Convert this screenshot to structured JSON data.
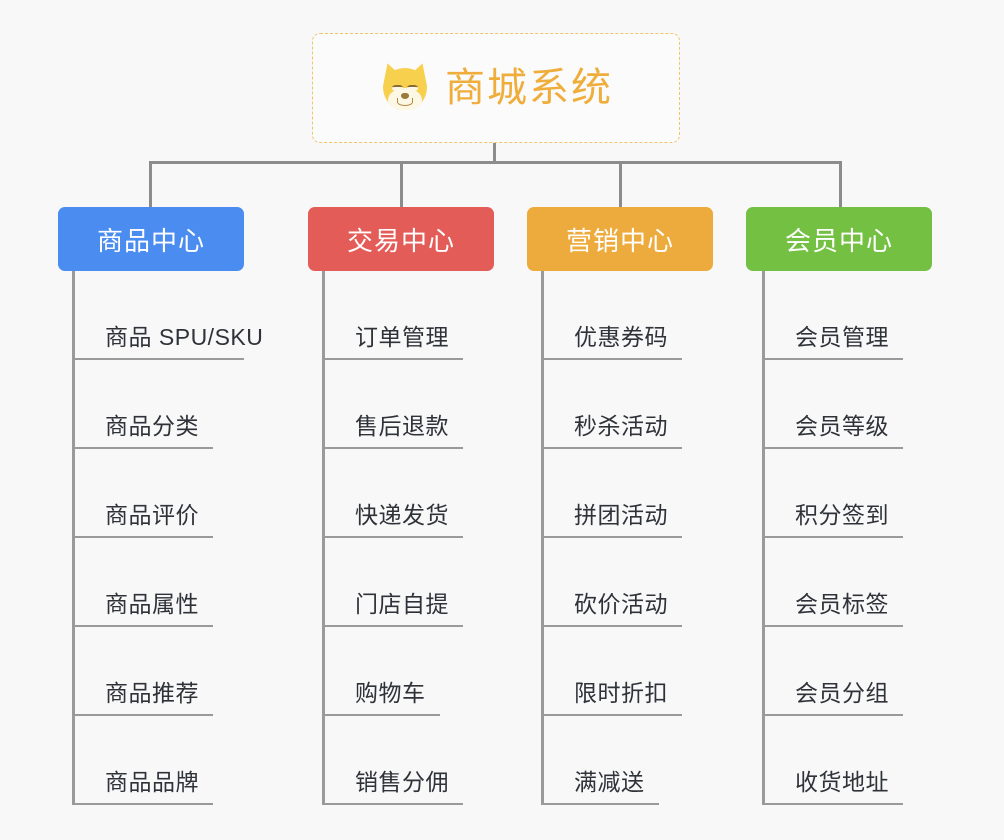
{
  "background_color": "#f8f8f8",
  "root": {
    "icon": "shiba-dog-face-emoji",
    "title": "商城系统",
    "title_color": "#efae3c",
    "border_color": "#f3c36a",
    "fill_color": "#fbfbfb"
  },
  "connector_color": "#8c8c8c",
  "leaf_line_color": "#9a9a9a",
  "branches": [
    {
      "label": "商品中心",
      "color": "#4a8cf0",
      "items": [
        {
          "label": "商品 SPU/SKU"
        },
        {
          "label": "商品分类"
        },
        {
          "label": "商品评价"
        },
        {
          "label": "商品属性"
        },
        {
          "label": "商品推荐"
        },
        {
          "label": "商品品牌"
        }
      ]
    },
    {
      "label": "交易中心",
      "color": "#e35c57",
      "items": [
        {
          "label": "订单管理"
        },
        {
          "label": "售后退款"
        },
        {
          "label": "快递发货"
        },
        {
          "label": "门店自提"
        },
        {
          "label": "购物车"
        },
        {
          "label": "销售分佣"
        }
      ]
    },
    {
      "label": "营销中心",
      "color": "#eeab3d",
      "items": [
        {
          "label": "优惠券码"
        },
        {
          "label": "秒杀活动"
        },
        {
          "label": "拼团活动"
        },
        {
          "label": "砍价活动"
        },
        {
          "label": "限时折扣"
        },
        {
          "label": "满减送"
        }
      ]
    },
    {
      "label": "会员中心",
      "color": "#74c043",
      "items": [
        {
          "label": "会员管理"
        },
        {
          "label": "会员等级"
        },
        {
          "label": "积分签到"
        },
        {
          "label": "会员标签"
        },
        {
          "label": "会员分组"
        },
        {
          "label": "收货地址"
        }
      ]
    }
  ]
}
